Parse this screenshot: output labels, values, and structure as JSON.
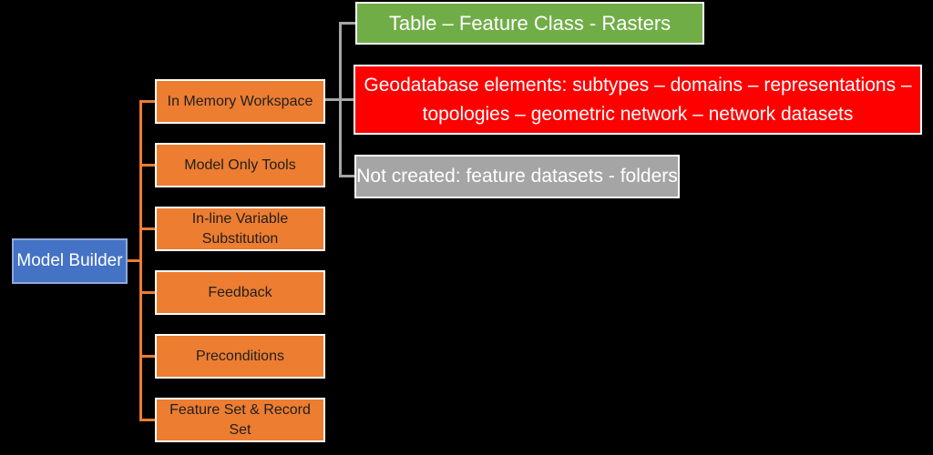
{
  "diagram": {
    "type": "tree",
    "background": "#000000",
    "colors": {
      "root_fill": "#4472C4",
      "root_border": "#8EAADB",
      "branch_fill": "#ED7D31",
      "branch_text": "#1F1F1F",
      "branch_connector": "#ED7D31",
      "leaf_connector": "#A6A6A6",
      "box_border": "#FFFFFF",
      "green_leaf_fill": "#70AD47",
      "red_leaf_fill": "#FF0000",
      "gray_leaf_fill": "#A5A5A5"
    },
    "root": {
      "label": "Model Builder"
    },
    "branches": [
      {
        "label": "In Memory Workspace"
      },
      {
        "label": "Model Only Tools"
      },
      {
        "label": "In-line Variable Substitution"
      },
      {
        "label": "Feedback"
      },
      {
        "label": "Preconditions"
      },
      {
        "label": "Feature Set & Record Set"
      }
    ],
    "in_memory_workspace_children": [
      {
        "label": "Table – Feature Class - Rasters",
        "fill": "#70AD47"
      },
      {
        "label": "Geodatabase elements: subtypes – domains – representations – topologies – geometric network – network datasets",
        "fill": "#FF0000"
      },
      {
        "label": "Not created: feature datasets - folders",
        "fill": "#A5A5A5"
      }
    ]
  }
}
